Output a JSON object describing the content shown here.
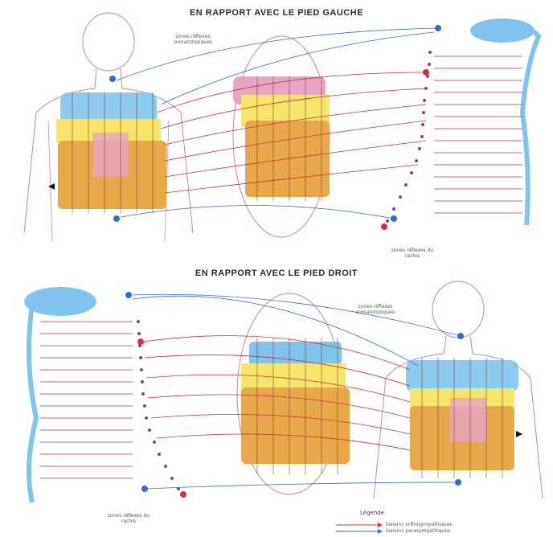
{
  "diagram": {
    "top_title": "EN RAPPORT AVEC LE PIED GAUCHE",
    "bottom_title": "EN RAPPORT AVEC LE PIED DROIT",
    "labels": {
      "zones_reflexes_somatotopiques": "zones réflexes somatotopiques",
      "zones_reflexes_rachis": "zones réflexes du rachis"
    },
    "legend": {
      "title": "Légende",
      "items": [
        {
          "label": "liaisons orthosympathiques",
          "color": "#d0343a"
        },
        {
          "label": "liaisons parasympathiques",
          "color": "#2f6fd0"
        }
      ]
    },
    "colors": {
      "sympathetic": "#c8323b",
      "parasympathetic": "#2f6fd0",
      "lungs_blue": "#7fc4ec",
      "yellow": "#f5e66a",
      "orange": "#e7a84a",
      "pink": "#e6a5c4",
      "body_outline": "#c98a8a",
      "spine_purple": "#8a3fa0"
    }
  }
}
